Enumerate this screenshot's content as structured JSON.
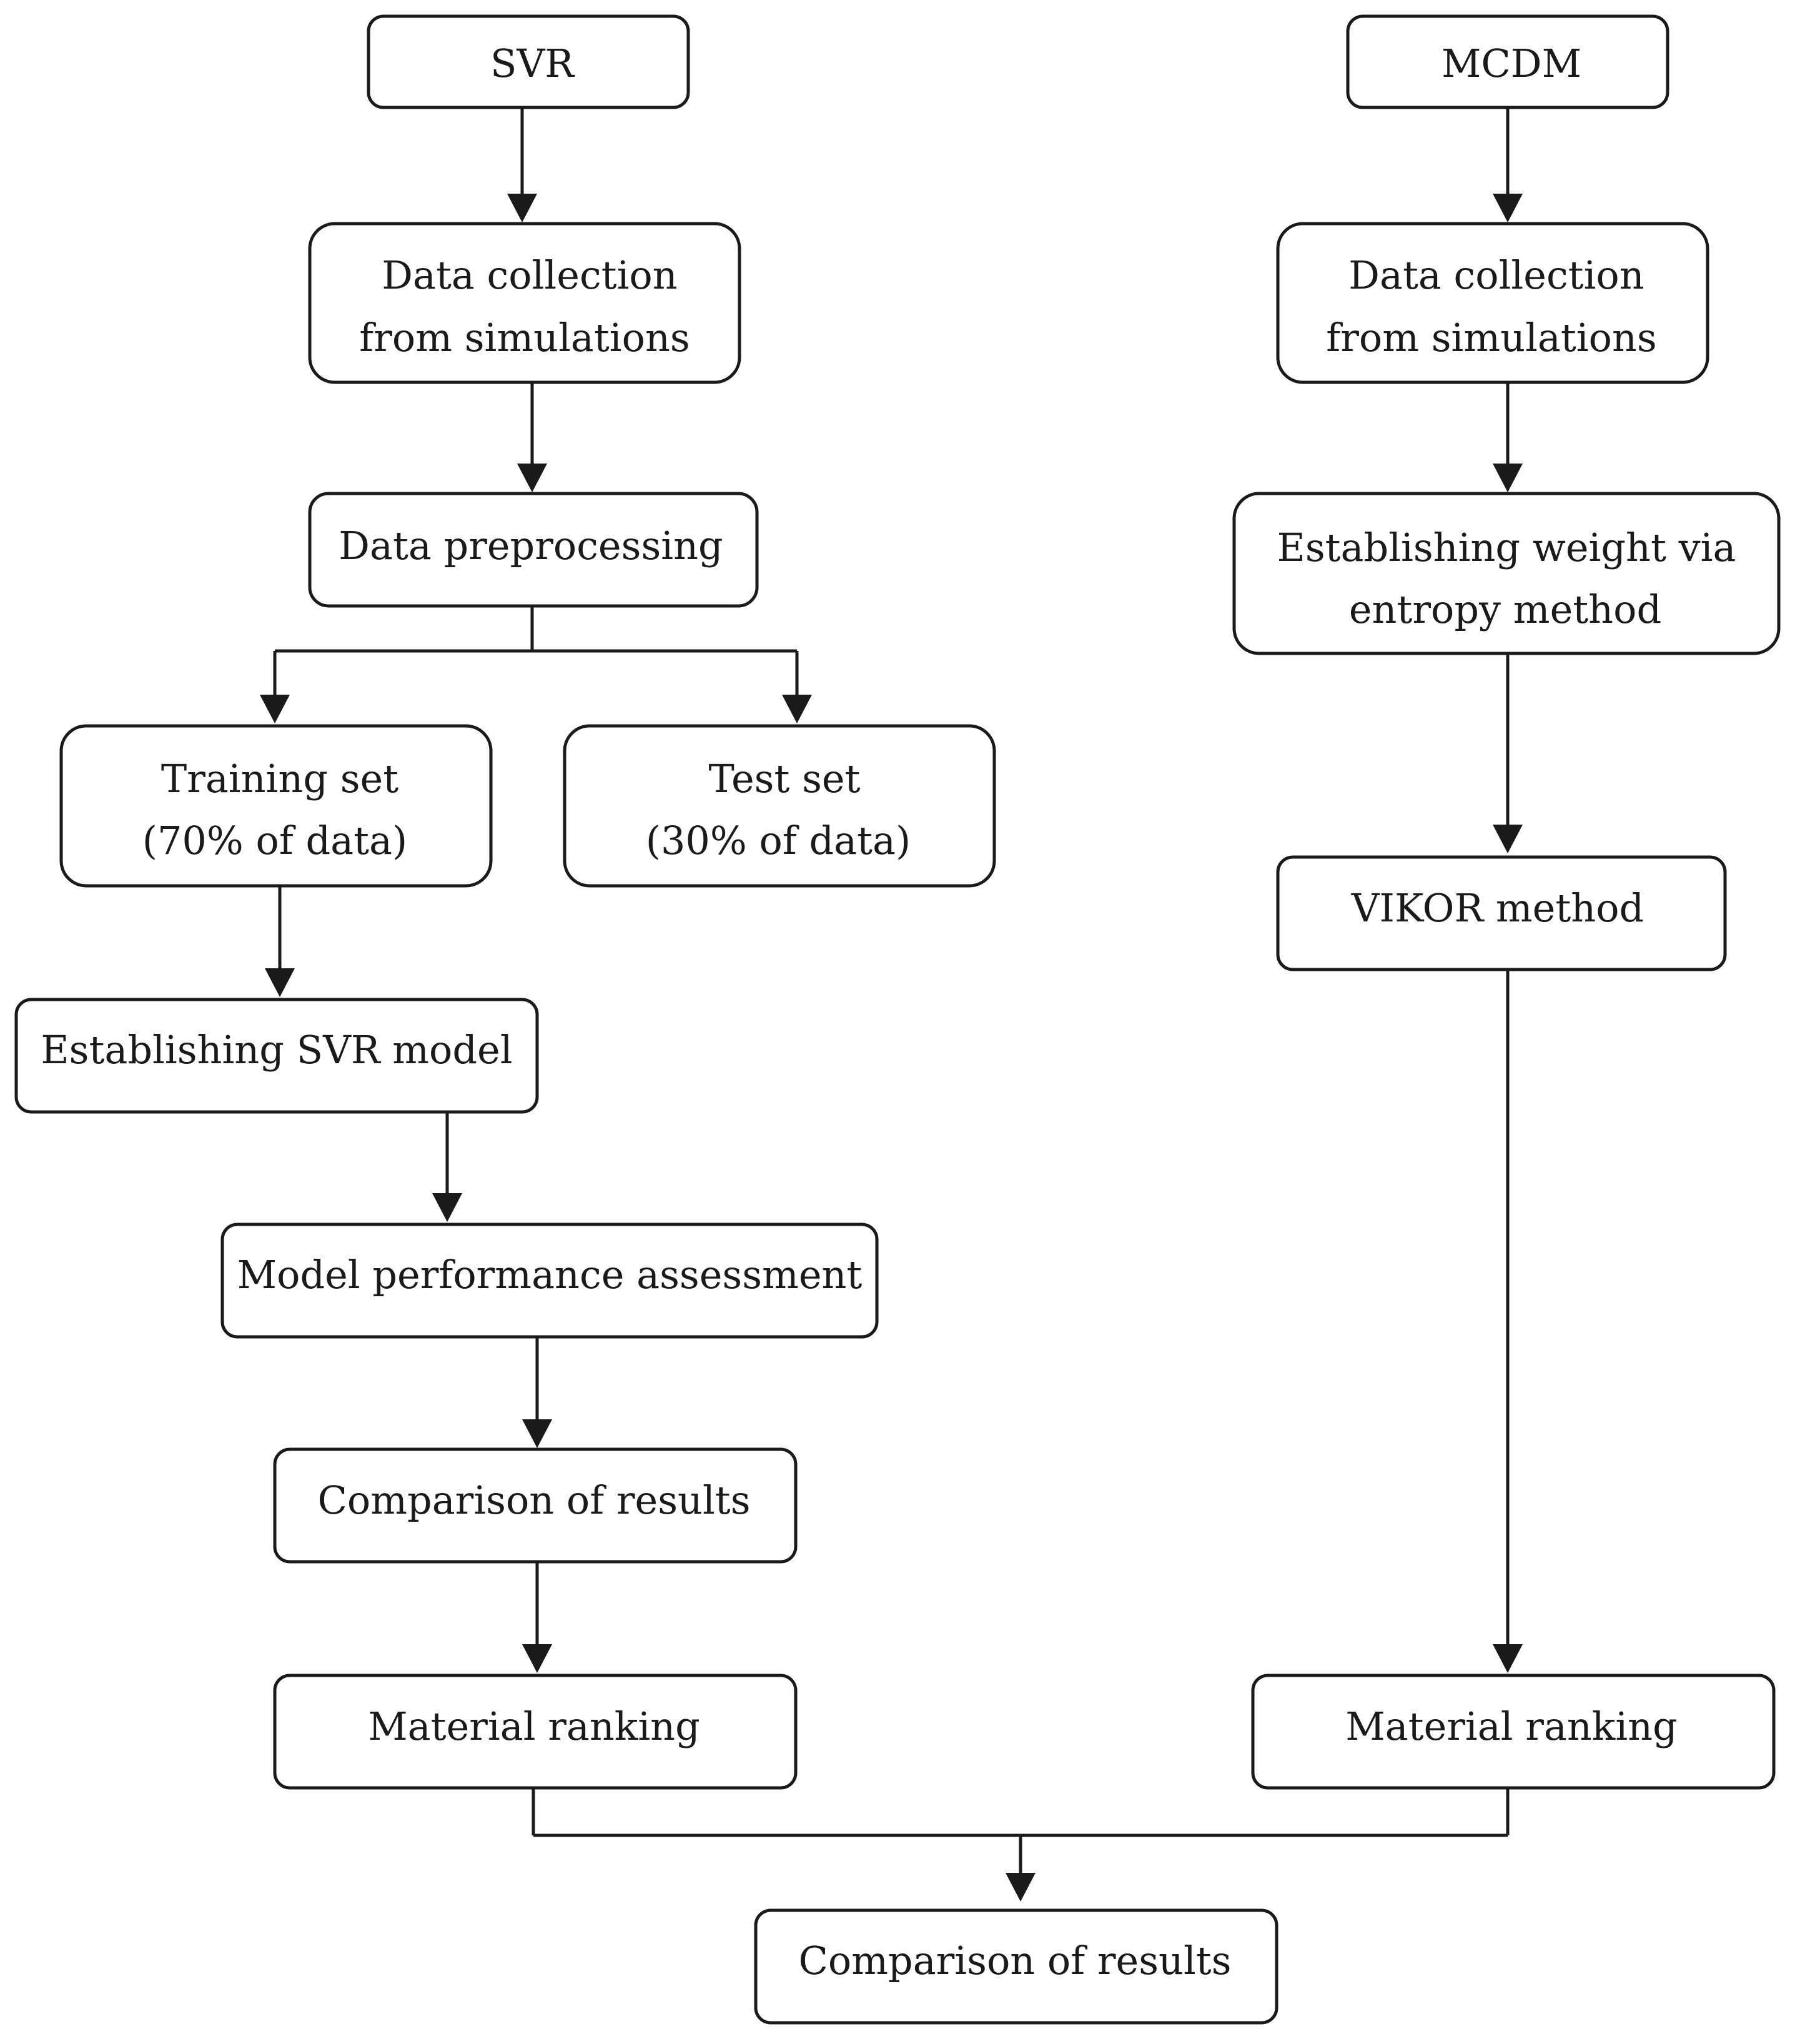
{
  "svr_branch": {
    "title": "SVR",
    "data_collection": [
      "Data collection",
      "from simulations"
    ],
    "data_preprocessing": "Data preprocessing",
    "training_set": [
      "Training set",
      "(70% of data)"
    ],
    "test_set": [
      "Test set",
      "(30% of data)"
    ],
    "establishing_model": "Establishing SVR model",
    "model_assessment": "Model performance assessment",
    "comparison": "Comparison of results",
    "material_ranking": "Material ranking"
  },
  "mcdm_branch": {
    "title": "MCDM",
    "data_collection": [
      "Data collection",
      "from simulations"
    ],
    "weighting": [
      "Establishing weight via",
      "entropy method"
    ],
    "vikor": "VIKOR method",
    "material_ranking": "Material ranking"
  },
  "final": {
    "comparison": "Comparison of results"
  },
  "colors": {
    "stroke": "#1a1a1a",
    "background": "#ffffff"
  }
}
